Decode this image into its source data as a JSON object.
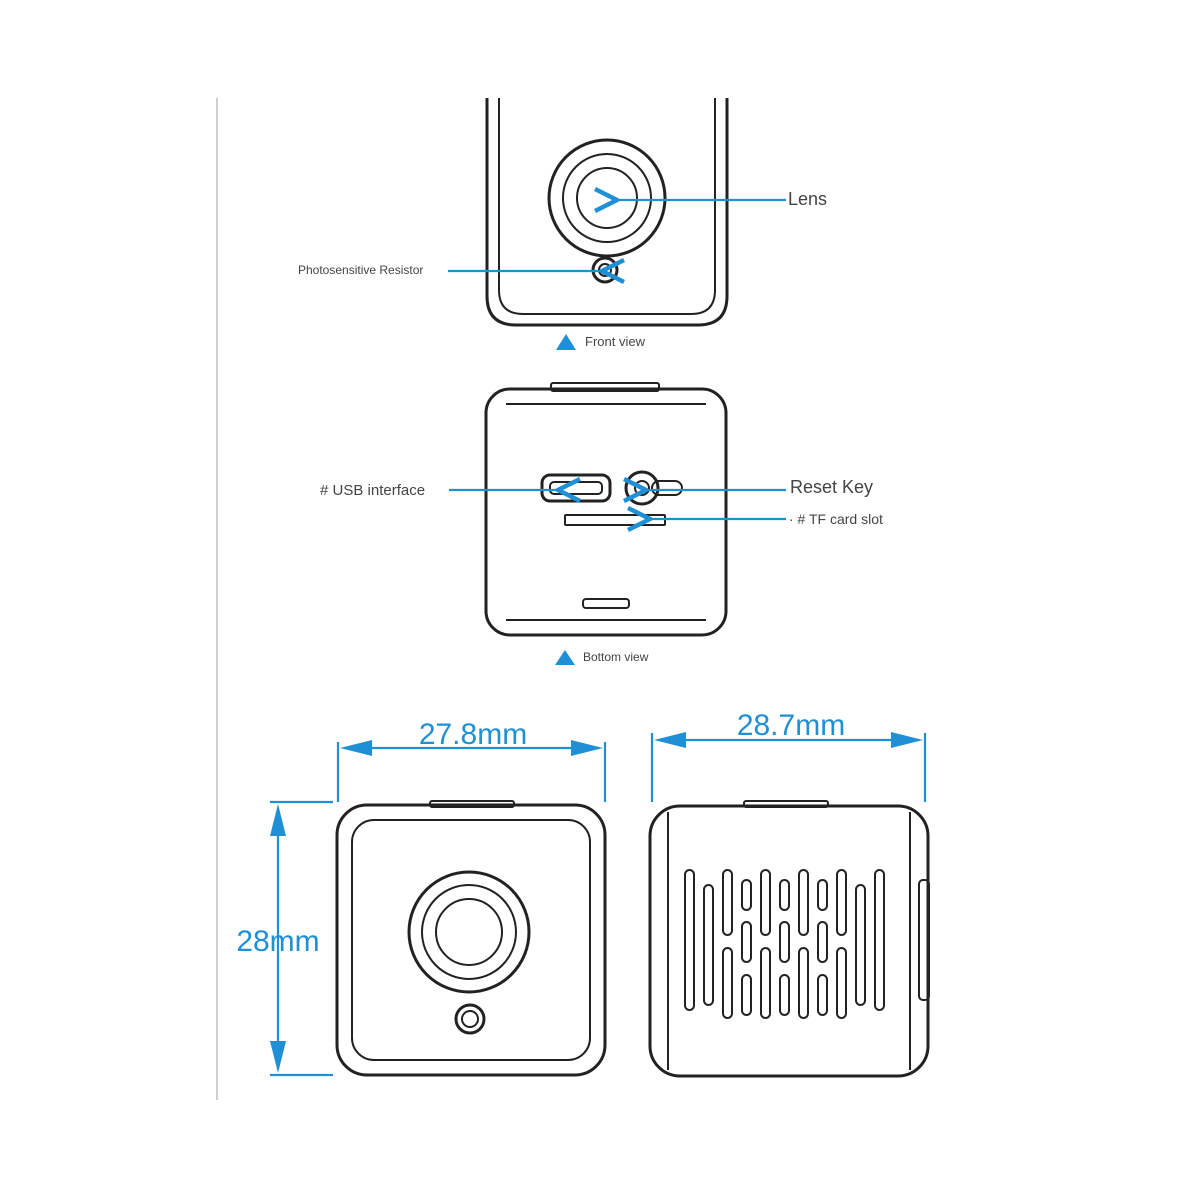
{
  "labels": {
    "lens": "Lens",
    "photo_resistor": "Photosensitive Resistor",
    "front_view": "Front view",
    "usb_interface": "# USB interface",
    "reset_key": "Reset Key",
    "tf_card_slot": "· # TF card slot",
    "bottom_view": "Bottom view"
  },
  "dimensions": {
    "width_front": "27.8mm",
    "width_side": "28.7mm",
    "height": "28mm"
  },
  "colors": {
    "accent": "#1f8fd6",
    "line": "#222222",
    "text": "#444444"
  }
}
